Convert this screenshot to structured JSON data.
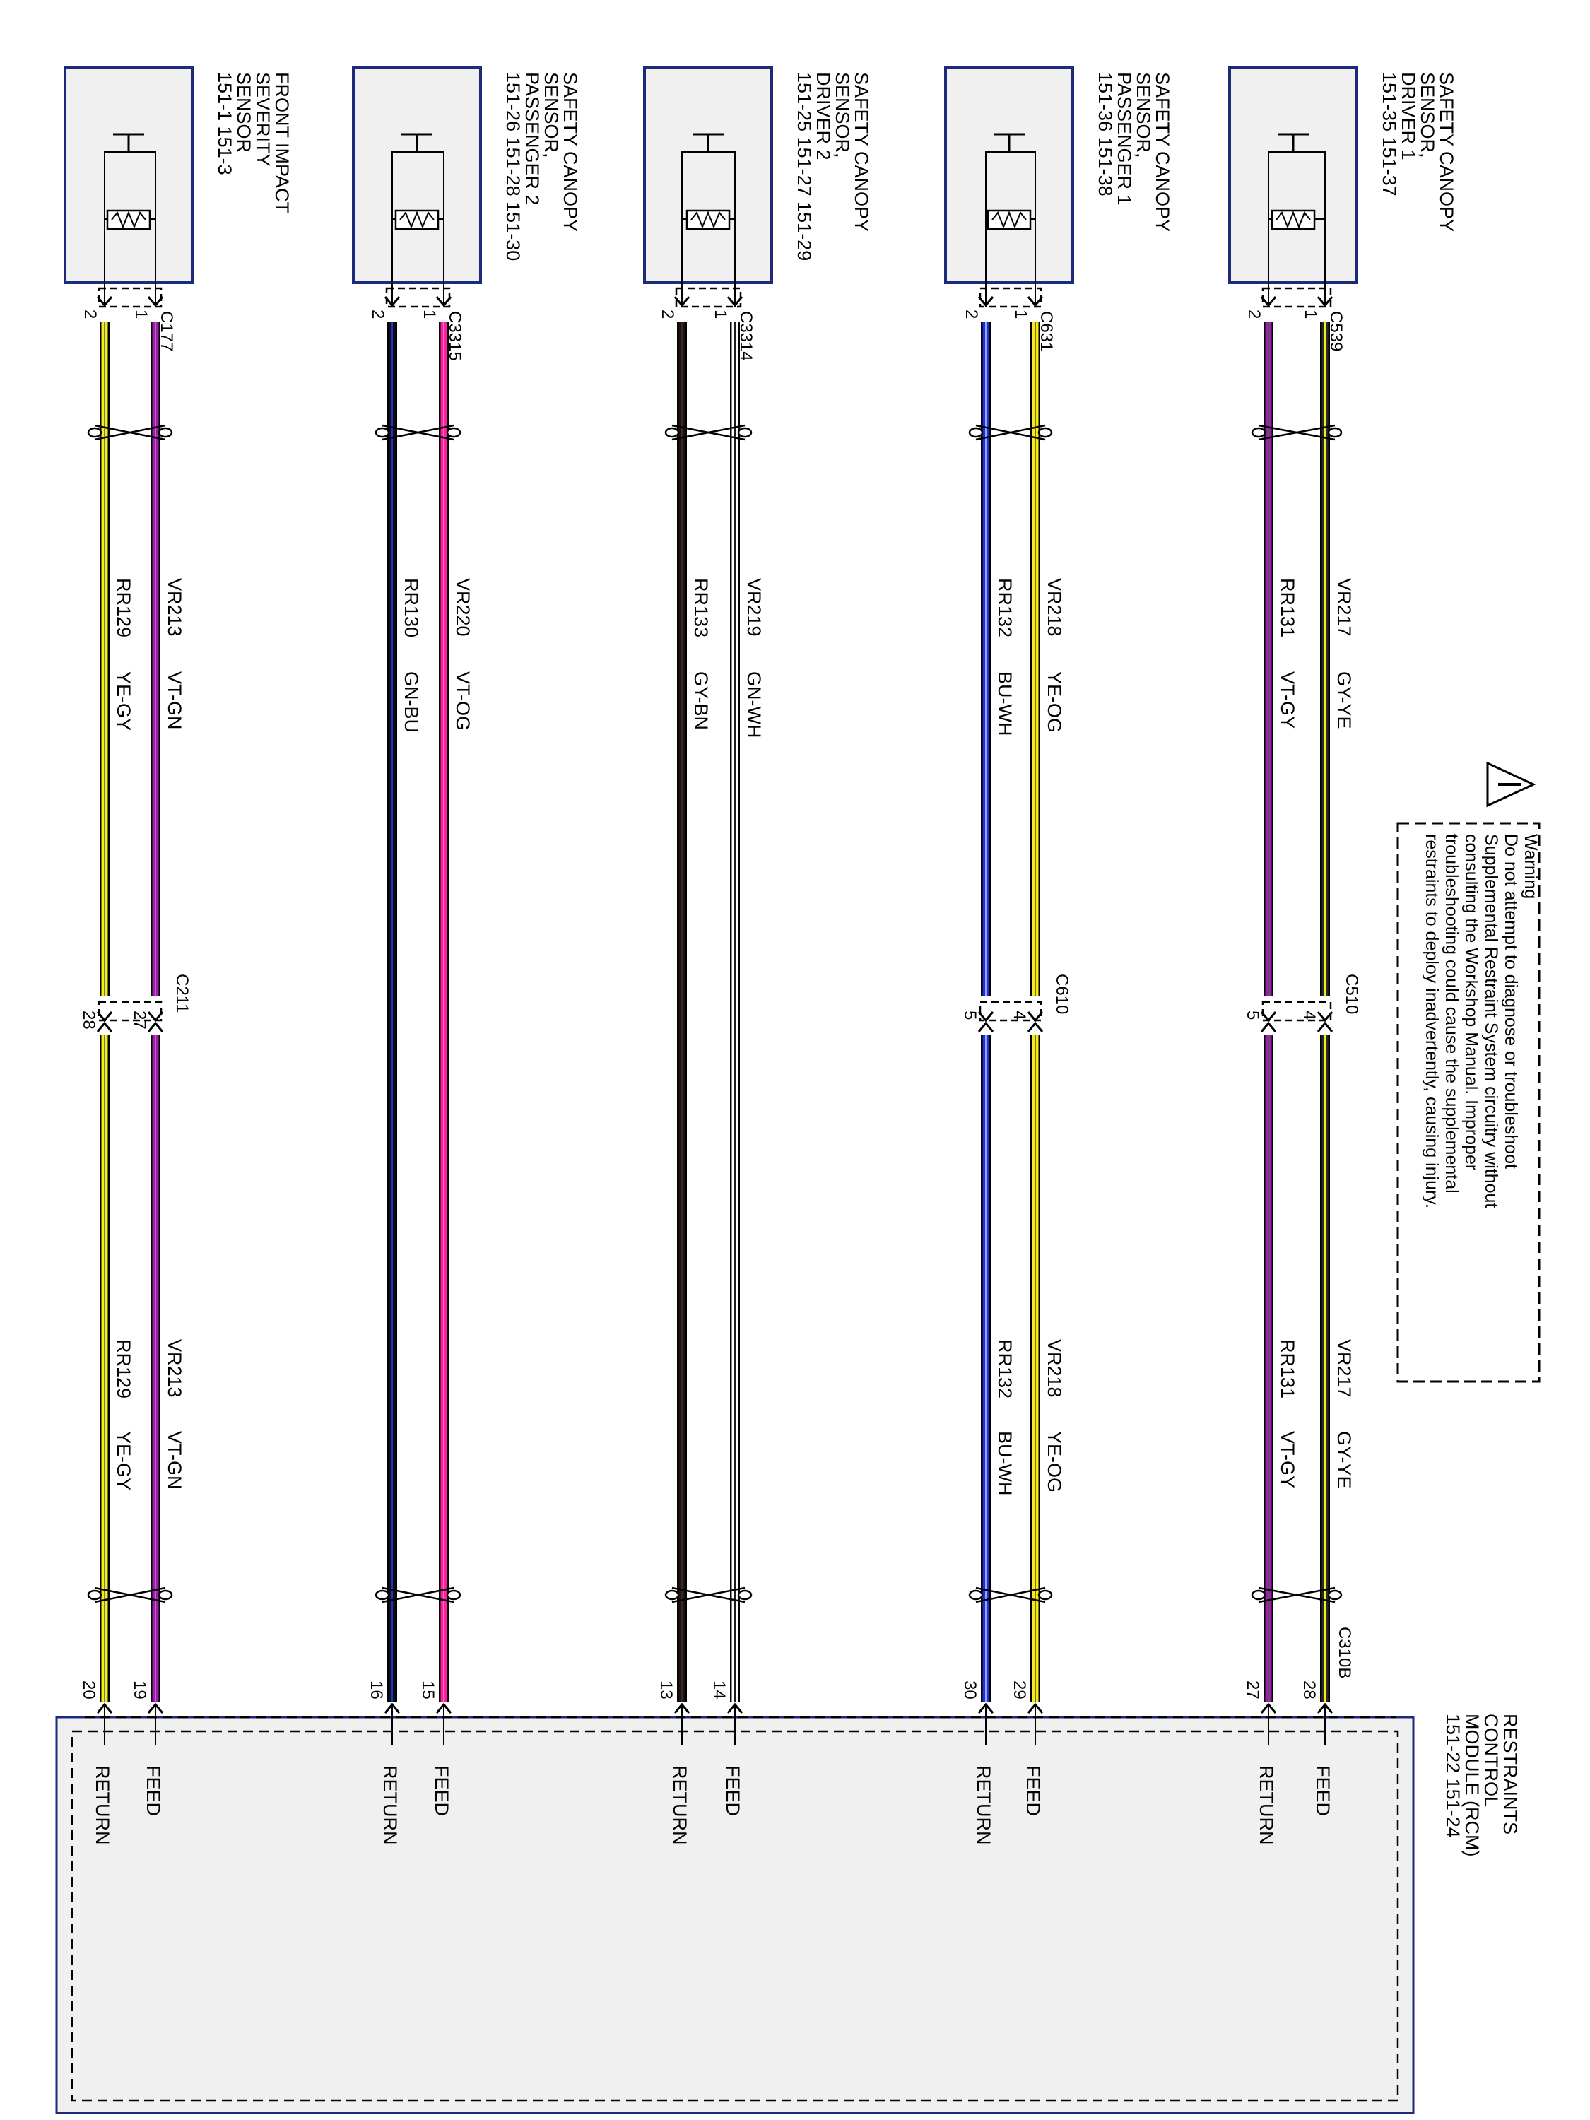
{
  "warning": {
    "lines": [
      "Warning",
      "Do not attempt to diagnose or troubleshoot",
      "Supplemental Restraint System circuitry without",
      "consulting the Workshop Manual. Improper",
      "troubleshooting could cause the supplemental",
      "restraints to deploy inadvertently, causing injury."
    ]
  },
  "module": {
    "name_lines": [
      "RESTRAINTS",
      "CONTROL",
      "MODULE (RCM)",
      "151-22  151-24"
    ]
  },
  "colors": {
    "VT": "#9b1fa8",
    "GY": "#2a2a2a",
    "YE": "#f2ec1a",
    "BU": "#1d2fd6",
    "GN": "#1d1d1d",
    "OG": "#ff1f9d",
    "BN": "#1a1212",
    "box_stroke": "#1b2a7a",
    "box_fill": "#f0f0f0"
  },
  "circuits": [
    {
      "sensor_lines": [
        "SAFETY CANOPY",
        "SENSOR,",
        "DRIVER 1",
        "151-35  151-37"
      ],
      "sensor_connector": "C539",
      "pins": [
        "1",
        "2"
      ],
      "inline_connector": "C510",
      "inline_pins": [
        "4",
        "5"
      ],
      "rcm_connector": "C310B",
      "rcm_pins": [
        "28",
        "27"
      ],
      "feed": {
        "circuit": "VR217",
        "color": "GY-YE",
        "stroke": "#2a2a2a",
        "stripe": "#f2ec1a"
      },
      "return": {
        "circuit": "RR131",
        "color": "VT-GY",
        "stroke": "#9b1fa8",
        "stripe": "#555555"
      },
      "labels": [
        "FEED",
        "RETURN"
      ]
    },
    {
      "sensor_lines": [
        "SAFETY CANOPY",
        "SENSOR,",
        "PASSENGER 1",
        "151-36  151-38"
      ],
      "sensor_connector": "C631",
      "pins": [
        "1",
        "2"
      ],
      "inline_connector": "C610",
      "inline_pins": [
        "4",
        "5"
      ],
      "rcm_connector": "",
      "rcm_pins": [
        "29",
        "30"
      ],
      "feed": {
        "circuit": "VR218",
        "color": "YE-OG",
        "stroke": "#f2ec1a",
        "stripe": "#8a6a00"
      },
      "return": {
        "circuit": "RR132",
        "color": "BU-WH",
        "stroke": "#1d2fd6",
        "stripe": "#9aa4ff"
      },
      "labels": [
        "FEED",
        "RETURN"
      ]
    },
    {
      "sensor_lines": [
        "SAFETY CANOPY",
        "SENSOR,",
        "DRIVER 2",
        "151-25  151-27  151-29"
      ],
      "sensor_connector": "C3314",
      "pins": [
        "1",
        "2"
      ],
      "inline_connector": "",
      "inline_pins": [],
      "rcm_connector": "",
      "rcm_pins": [
        "14",
        "13"
      ],
      "feed": {
        "circuit": "VR219",
        "color": "GN-WH",
        "stroke": "#ffffff",
        "stripe": "#1d1d1d"
      },
      "return": {
        "circuit": "RR133",
        "color": "GY-BN",
        "stroke": "#1a1212",
        "stripe": "#3a2a20"
      },
      "labels": [
        "FEED",
        "RETURN"
      ]
    },
    {
      "sensor_lines": [
        "SAFETY CANOPY",
        "SENSOR,",
        "PASSENGER 2",
        "151-26  151-28  151-30"
      ],
      "sensor_connector": "C3315",
      "pins": [
        "1",
        "2"
      ],
      "inline_connector": "",
      "inline_pins": [],
      "rcm_connector": "",
      "rcm_pins": [
        "15",
        "16"
      ],
      "feed": {
        "circuit": "VR220",
        "color": "VT-OG",
        "stroke": "#ff1f9d",
        "stripe": "#ff6fc4"
      },
      "return": {
        "circuit": "RR130",
        "color": "GN-BU",
        "stroke": "#111111",
        "stripe": "#1d2fd6"
      },
      "labels": [
        "FEED",
        "RETURN"
      ]
    },
    {
      "sensor_lines": [
        "FRONT IMPACT",
        "SEVERITY",
        "SENSOR",
        "151-1   151-3"
      ],
      "sensor_connector": "C177",
      "pins": [
        "1",
        "2"
      ],
      "inline_connector": "C211",
      "inline_pins": [
        "27",
        "28"
      ],
      "rcm_connector": "",
      "rcm_pins": [
        "19",
        "20"
      ],
      "feed": {
        "circuit": "VR213",
        "color": "VT-GN",
        "stroke": "#9b1fa8",
        "stripe": "#c35ad1"
      },
      "return": {
        "circuit": "RR129",
        "color": "YE-GY",
        "stroke": "#f2ec1a",
        "stripe": "#777777"
      },
      "labels": [
        "FEED",
        "RETURN"
      ]
    }
  ]
}
